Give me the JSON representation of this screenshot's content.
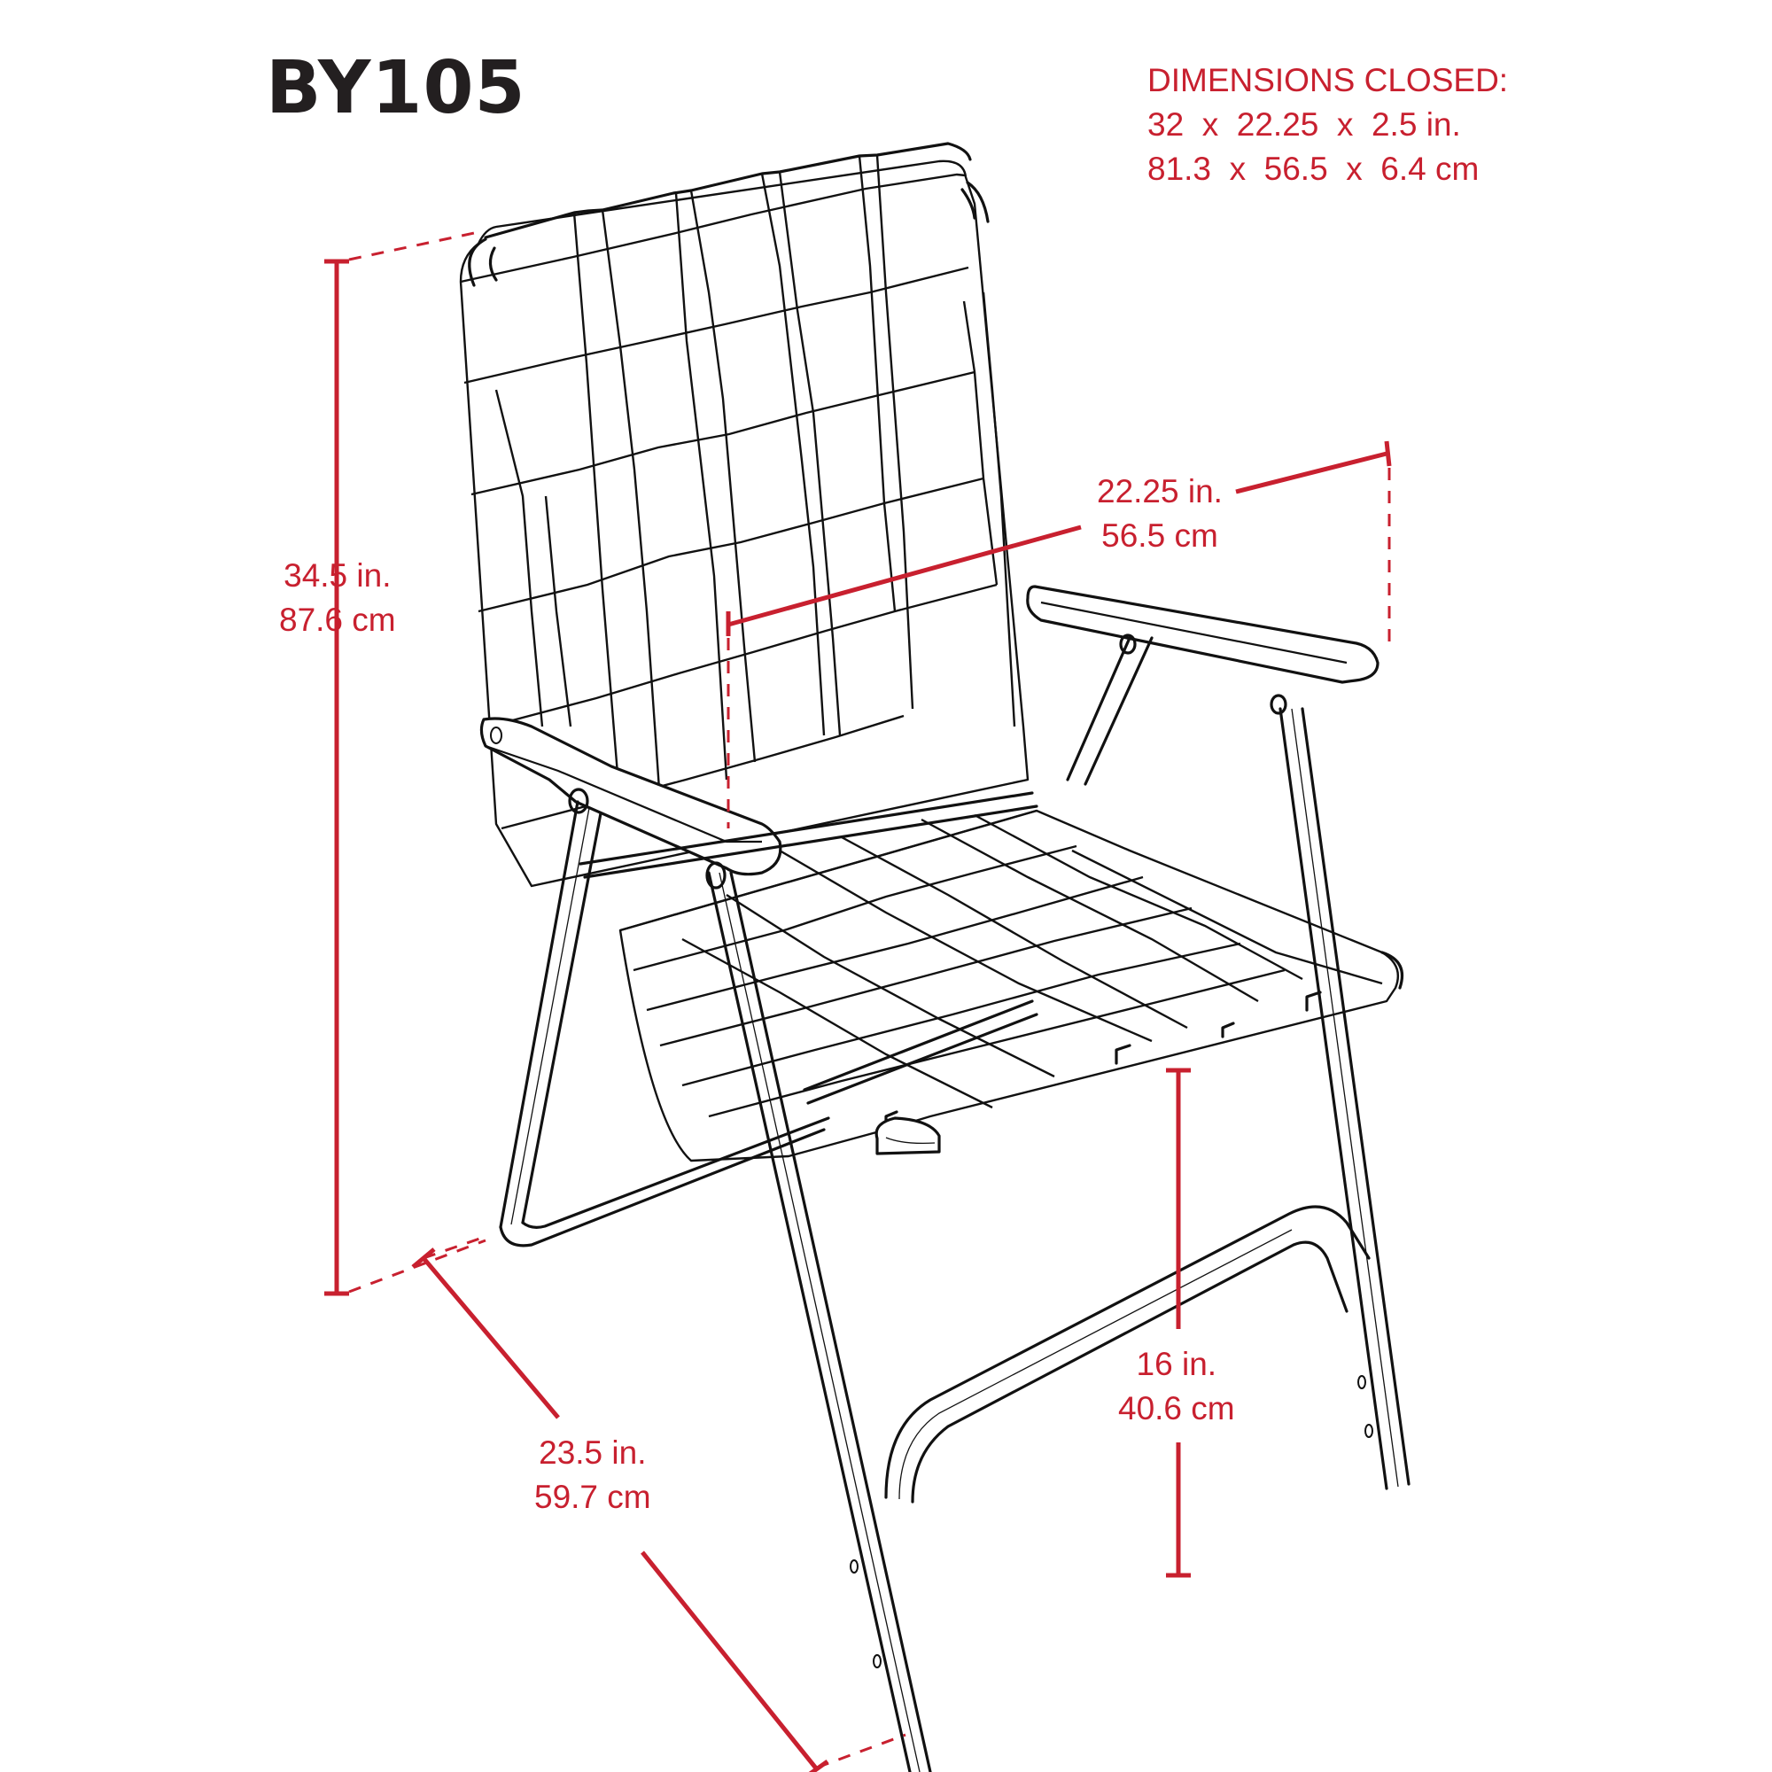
{
  "title": {
    "model_number": "BY105"
  },
  "closed_dimensions": {
    "heading": "DIMENSIONS CLOSED:",
    "imperial": "32  x  22.25  x  2.5 in.",
    "metric": "81.3  x  56.5  x  6.4 cm"
  },
  "dimensions": {
    "height": {
      "imperial": "34.5 in.",
      "metric": "87.6 cm"
    },
    "width": {
      "imperial": "22.25 in.",
      "metric": "56.5 cm"
    },
    "depth": {
      "imperial": "23.5 in.",
      "metric": "59.7 cm"
    },
    "seat_height": {
      "imperial": "16 in.",
      "metric": "40.6 cm"
    }
  },
  "illustration": {
    "subject": "folding webbed lawn chair",
    "line_color": "#111111",
    "dimension_color": "#c8202f"
  }
}
